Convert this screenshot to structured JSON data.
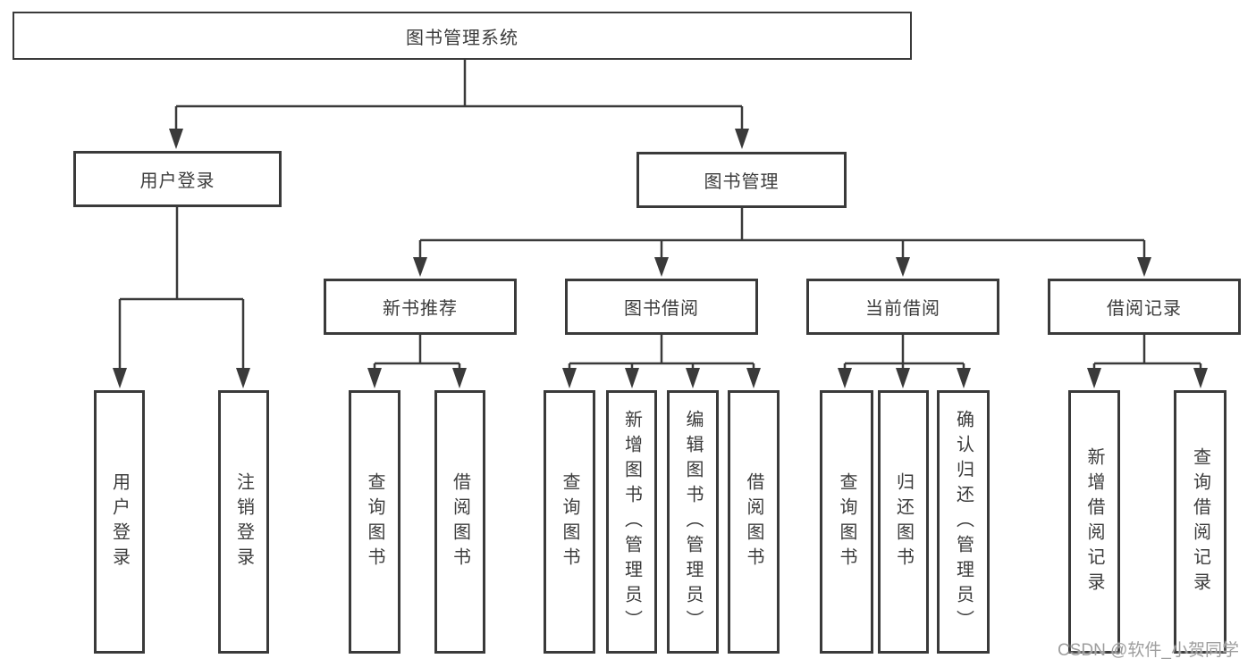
{
  "tree": {
    "label": "图书管理系统",
    "children": [
      {
        "label": "用户登录",
        "children": [
          "用户登录",
          "注销登录"
        ]
      },
      {
        "label": "图书管理",
        "children": [
          {
            "label": "新书推荐",
            "children": [
              "查询图书",
              "借阅图书"
            ]
          },
          {
            "label": "图书借阅",
            "children": [
              "查询图书",
              "新增图书（管理员）",
              "编辑图书（管理员）",
              "借阅图书"
            ]
          },
          {
            "label": "当前借阅",
            "children": [
              "查询图书",
              "归还图书",
              "确认归还（管理员）"
            ]
          },
          {
            "label": "借阅记录",
            "children": [
              "新增借阅记录",
              "查询借阅记录"
            ]
          }
        ]
      }
    ]
  },
  "watermark": {
    "text": "CSDN @软件_小贺同学"
  },
  "colors": {
    "line": "#3a3a3a",
    "box_border": "#3a3a3a",
    "text": "#3c3c3c",
    "watermark": "#9e9e9e",
    "background": "#ffffff"
  }
}
